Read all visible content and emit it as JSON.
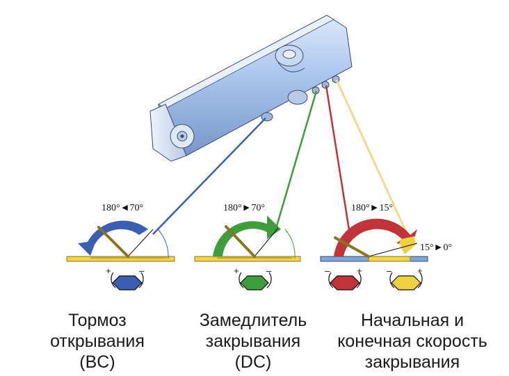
{
  "colors": {
    "bc": "#3a5fb0",
    "dc": "#3f9c3a",
    "speed_main": "#c0333a",
    "speed_final": "#f0d040",
    "door_yellow": "#f2d24a",
    "door_blue": "#7fa6d8",
    "closer_body": "#a9c4ec"
  },
  "icons": [
    "door-closer-body-icon",
    "hex-adjust-valve-icon",
    "door-swing-arc-icon"
  ],
  "gauges": [
    {
      "id": "bc",
      "angle_label": "180°◄70°",
      "minus": "–",
      "plus": "+",
      "color": "#3a5fb0"
    },
    {
      "id": "dc",
      "angle_label": "180°►70°",
      "minus": "–",
      "plus": "+",
      "color": "#3f9c3a"
    },
    {
      "id": "speed",
      "angle_label": "180°►15°",
      "extra_label": "15°►0°",
      "minus": "–",
      "plus": "+",
      "color": "#c0333a",
      "color2": "#f0d040"
    }
  ],
  "captions": {
    "bc": [
      "Тормоз",
      "открывания",
      "(BC)"
    ],
    "dc": [
      "Замедлитель",
      "закрывания",
      "(DC)"
    ],
    "speed": [
      "Начальная и",
      "конечная скорость",
      "закрывания"
    ]
  }
}
